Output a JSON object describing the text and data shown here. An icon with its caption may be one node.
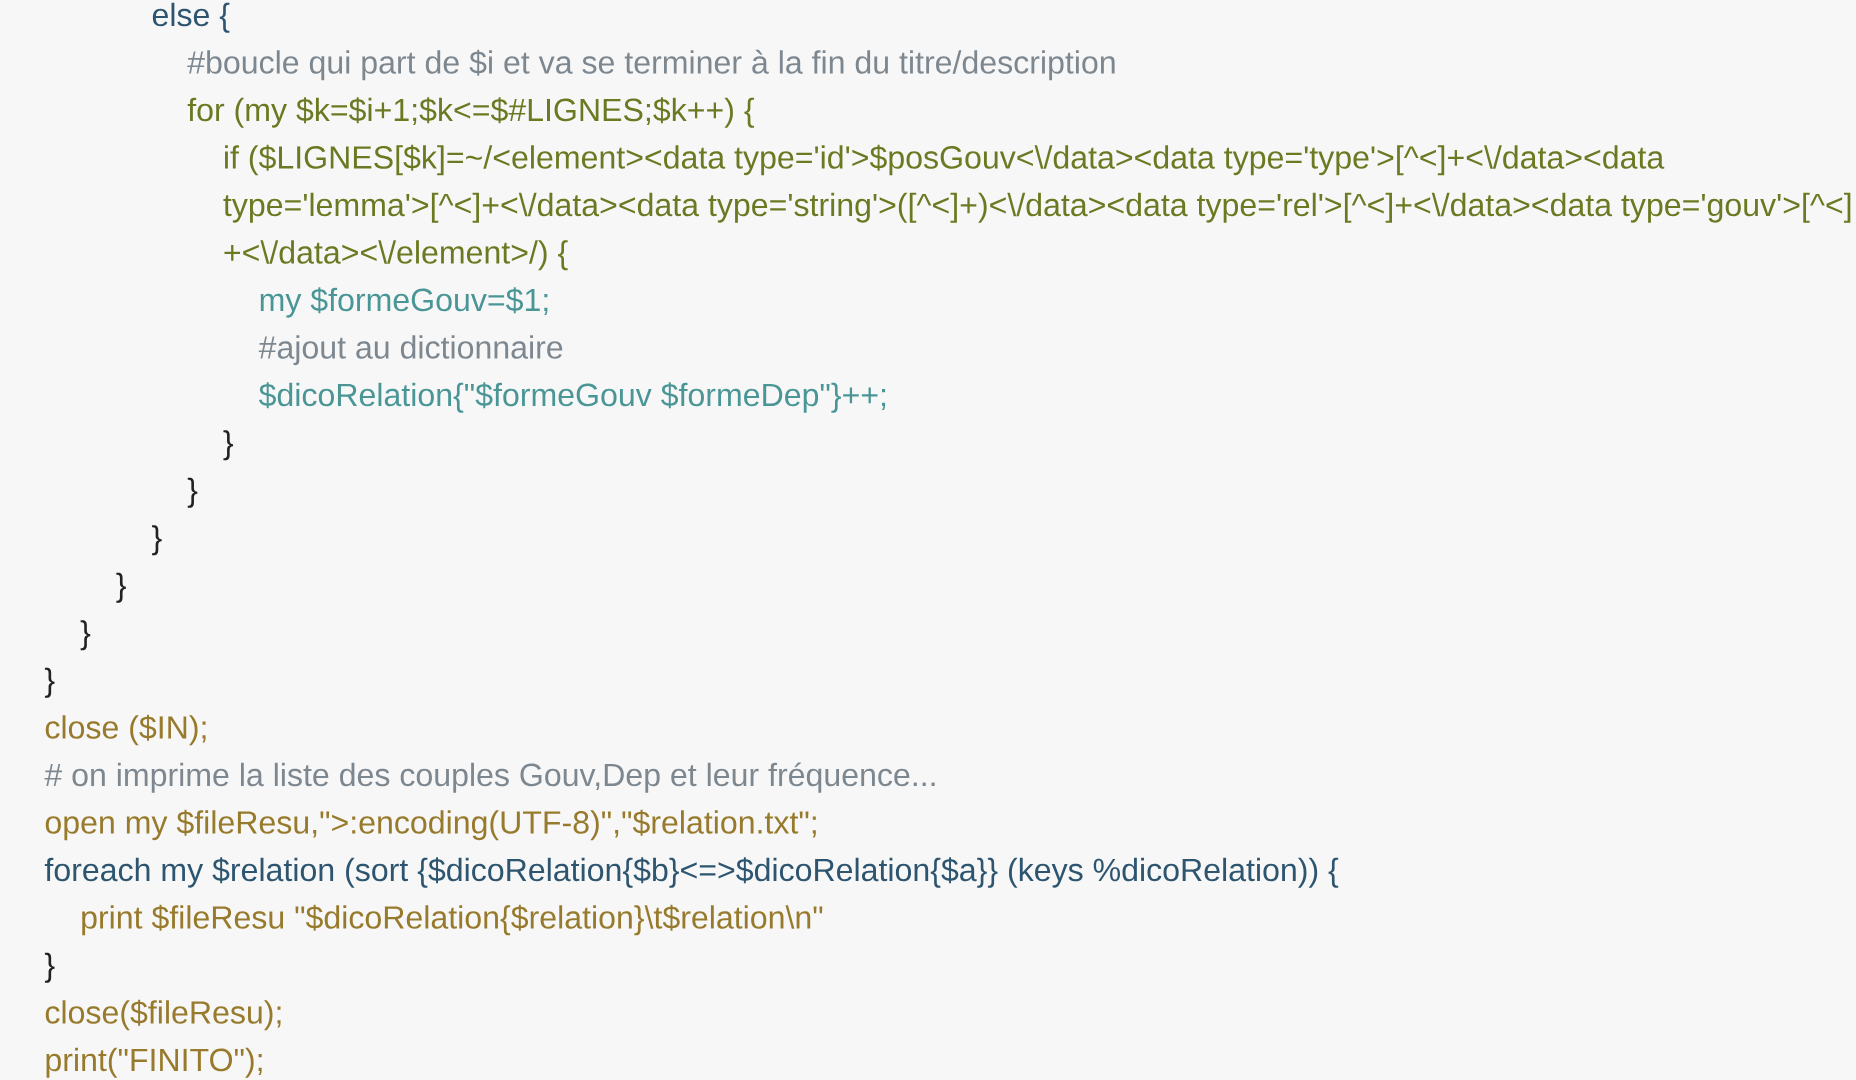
{
  "diagram": {
    "labels": [
      "else {",
      "#boucle qui part de $i et va se terminer à la fin du titre/description",
      "for (my $k=$i+1;$k<=$#LIGNES;$k++) {",
      "if ($LIGNES[$k]=~/<element><data type='id'>$posGouv<\\/data><data type='type'>[^<]+<\\/data><data",
      "type='lemma'>[^<]+<\\/data><data type='string'>([^<]+)<\\/data><data type='rel'>[^<]+<\\/data><data type='gouv'>[^<]",
      "+<\\/data><\\/element>/) {",
      "my $formeGouv=$1;",
      "#ajout au dictionnaire",
      "$dicoRelation{\"$formeGouv $formeDep\"}++;",
      "}",
      "}",
      "}",
      "}",
      "}",
      "}",
      "close ($IN);",
      "# on imprime la liste des couples Gouv,Dep et leur fréquence...",
      "open my $fileResu,\">:encoding(UTF-8)\",\"$relation.txt\";",
      "foreach my $relation (sort {$dicoRelation{$b}<=>$dicoRelation{$a}} (keys %dicoRelation)) {",
      "print $fileResu \"$dicoRelation{$relation}\\t$relation\\n\"",
      "}",
      "close($fileResu);",
      "print(\"FINITO\");"
    ]
  }
}
